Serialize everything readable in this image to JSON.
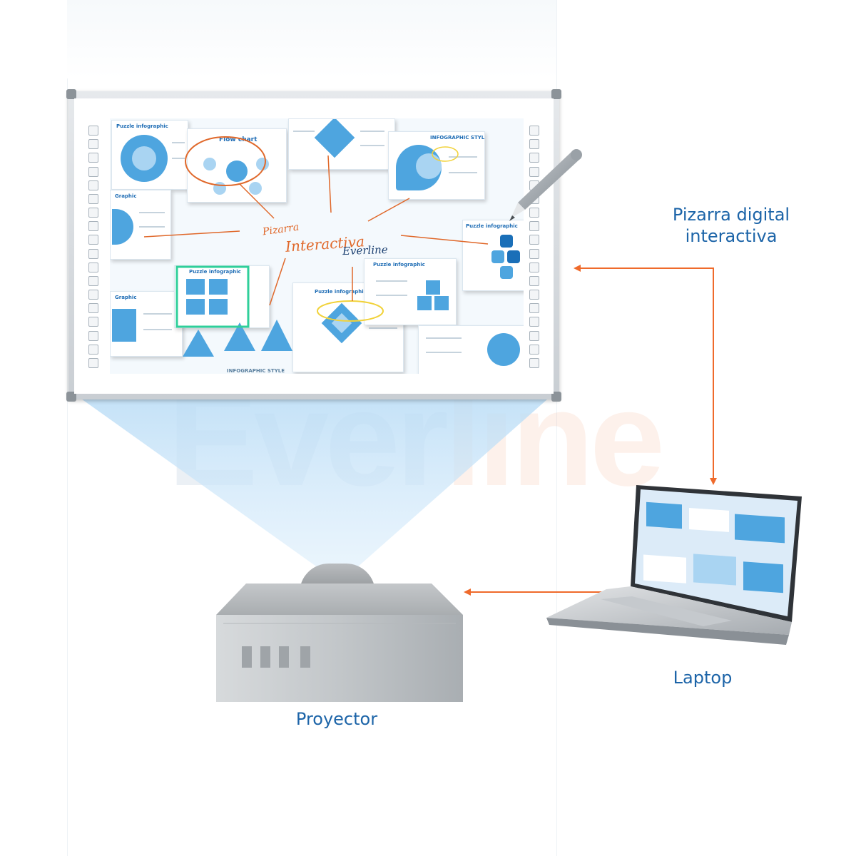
{
  "labels": {
    "board": "Pizarra digital\ninteractiva",
    "board_line1": "Pizarra digital",
    "board_line2": "interactiva",
    "laptop": "Laptop",
    "projector": "Proyector"
  },
  "watermark": {
    "text_main": "Ever",
    "text_accent": "line"
  },
  "board_content": {
    "handwriting_1": "Pizarra",
    "handwriting_2": "Interactiva",
    "handwriting_3": "Everline",
    "slides": [
      {
        "title": "Puzzle infographic"
      },
      {
        "title": "Flow chart"
      },
      {
        "title": "INFOGRAPHIC STYLE"
      },
      {
        "title": "Puzzle infographic"
      },
      {
        "title": "Puzzle infographic"
      },
      {
        "title": "Puzzle infographic"
      },
      {
        "title": "Puzzle infographic"
      },
      {
        "title": "Graphic"
      },
      {
        "title": "Graphic"
      },
      {
        "title": "INFOGRAPHIC STYLE"
      }
    ]
  },
  "colors": {
    "label_blue": "#1c64a8",
    "arrow_orange": "#ef6a2b",
    "beam_blue": "#bfe0f8",
    "slide_blue": "#4ea5df",
    "annotation_orange": "#e0682a"
  },
  "icons": {
    "pen": "stylus-pen-icon",
    "projector": "projector-icon",
    "laptop": "laptop-icon"
  }
}
